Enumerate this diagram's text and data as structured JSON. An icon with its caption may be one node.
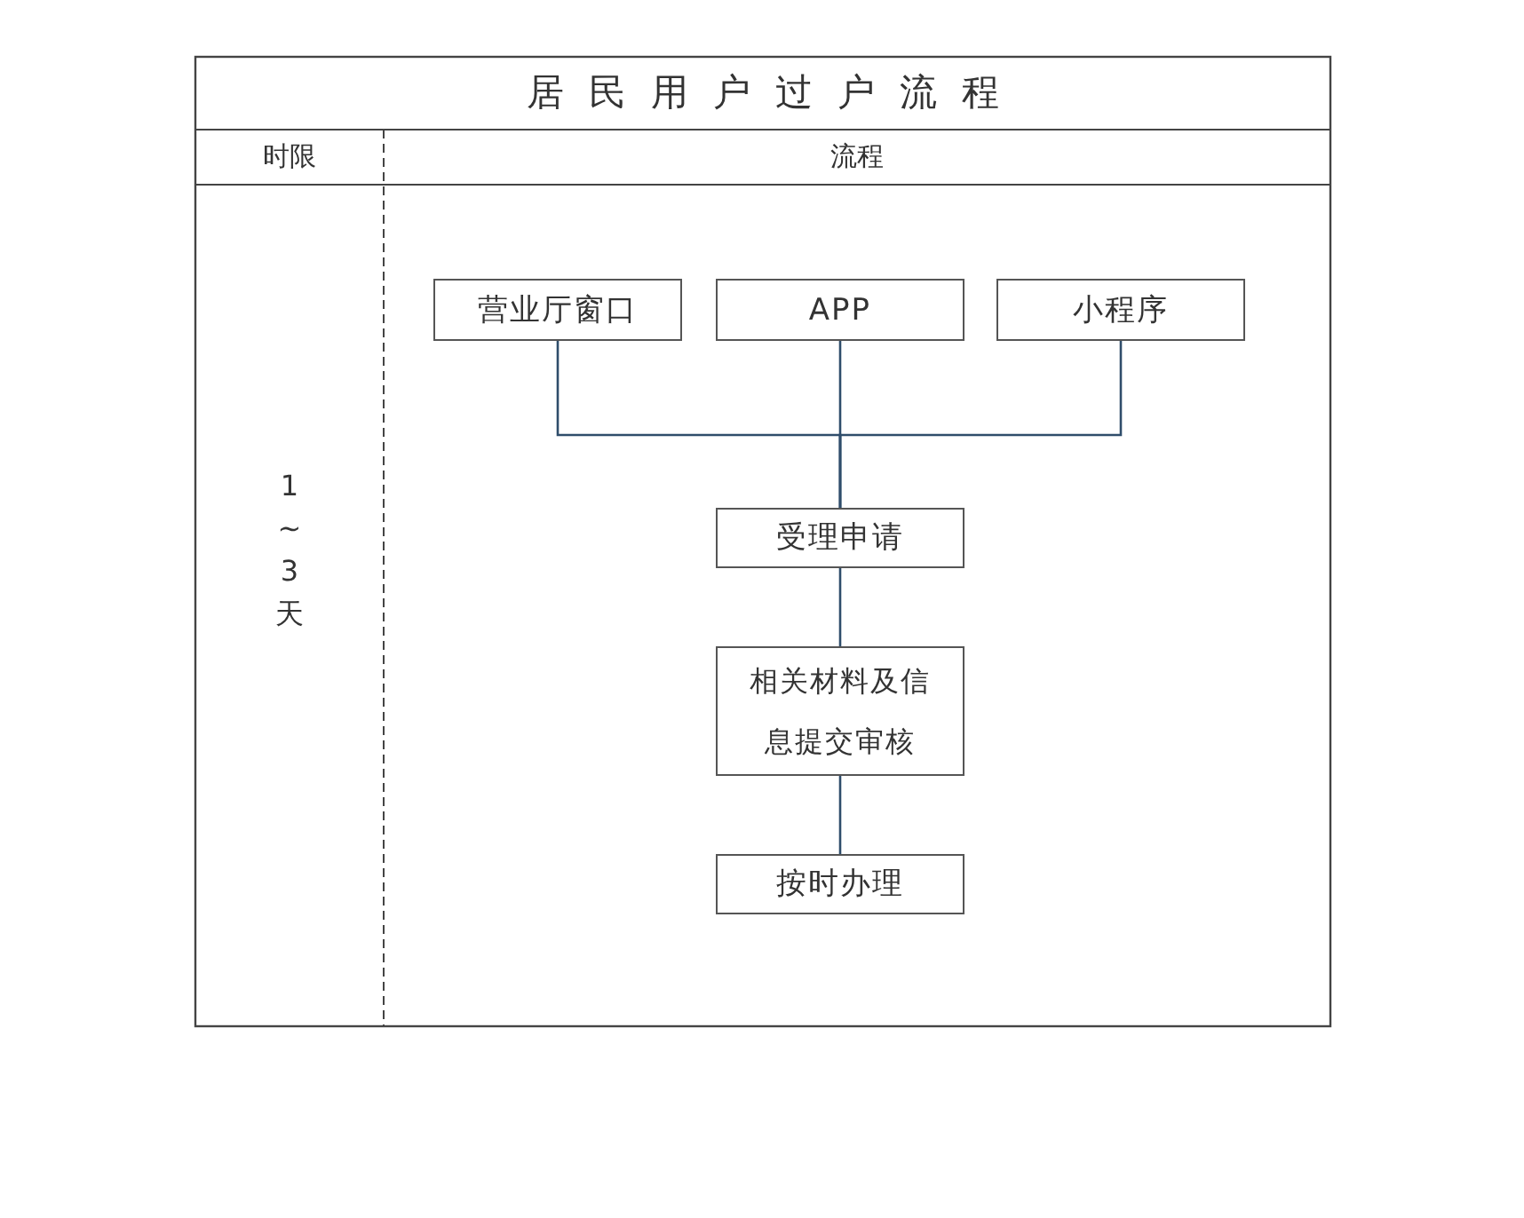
{
  "diagram": {
    "title": "居民用户过户流程",
    "nodes": [
      {
        "text": [
          "营业厅窗口"
        ]
      },
      {
        "text": [
          "APP"
        ]
      },
      {
        "text": [
          "小程序"
        ]
      },
      {
        "text": [
          "受理申请"
        ]
      },
      {
        "text": [
          "相关材料及信息提交审核"
        ]
      },
      {
        "text": [
          "按时办理"
        ]
      }
    ],
    "edges": [
      {
        "from": 0,
        "to": 3,
        "arrow": "none"
      },
      {
        "from": 1,
        "to": 3,
        "arrow": "none"
      },
      {
        "from": 2,
        "to": 3,
        "arrow": "none"
      },
      {
        "from": 3,
        "to": 4,
        "arrow": "none"
      },
      {
        "from": 4,
        "to": 5,
        "arrow": "none"
      }
    ],
    "labels": [
      "时限",
      "流程",
      "1 ~ 3 天"
    ]
  }
}
